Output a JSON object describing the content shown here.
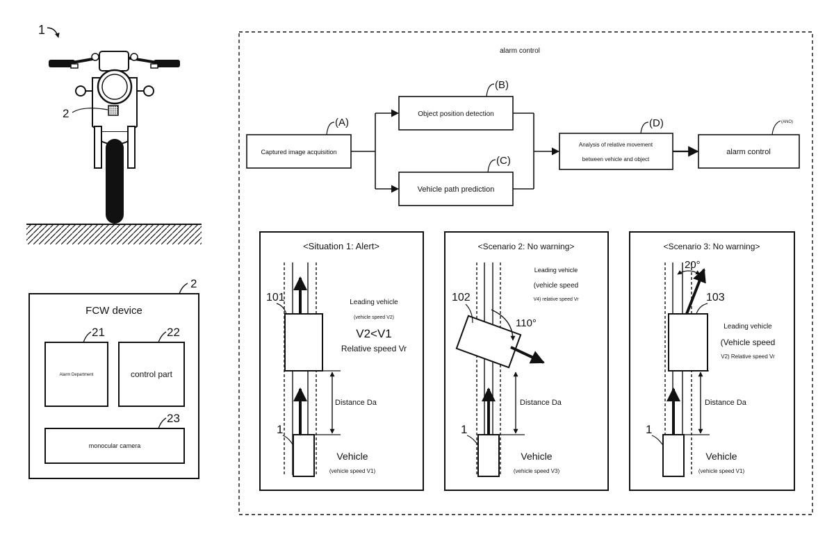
{
  "motorcycle": {
    "ref": "1",
    "camera_ref": "2"
  },
  "fcw": {
    "ref": "2",
    "title": "FCW device",
    "alarm_ref": "21",
    "alarm_label": "Alarm Department",
    "control_ref": "22",
    "control_label": "control part",
    "camera_ref": "23",
    "camera_label": "monocular camera"
  },
  "flow": {
    "title": "alarm control",
    "a_ref": "(A)",
    "a_label": "Captured image acquisition",
    "b_ref": "(B)",
    "b_label": "Object position detection",
    "c_ref": "(C)",
    "c_label": "Vehicle path prediction",
    "d_ref": "(D)",
    "d_line1": "Analysis of relative movement",
    "d_line2": "between vehicle and object",
    "e_ref": "(ANO)",
    "e_label": "alarm control"
  },
  "situation1": {
    "title": "<Situation 1: Alert>",
    "lead_ref": "101",
    "lead_line1": "Leading vehicle",
    "lead_line2": "(vehicle speed V2)",
    "compare": "V2<V1",
    "relative": "Relative speed Vr",
    "distance": "Distance Da",
    "vehicle_ref": "1",
    "vehicle_label": "Vehicle",
    "vehicle_speed": "(vehicle speed V1)"
  },
  "scenario2": {
    "title": "<Scenario 2: No warning>",
    "lead_ref": "102",
    "lead_line1": "Leading vehicle",
    "lead_line2": "(vehicle speed",
    "lead_line3": "V4) relative speed Vr",
    "angle": "110°",
    "distance": "Distance Da",
    "vehicle_ref": "1",
    "vehicle_label": "Vehicle",
    "vehicle_speed": "(vehicle speed V3)"
  },
  "scenario3": {
    "title": "<Scenario 3: No warning>",
    "angle": "20°",
    "lead_ref": "103",
    "lead_line1": "Leading vehicle",
    "lead_line2": "(Vehicle speed",
    "lead_line3": "V2) Relative speed Vr",
    "distance": "Distance Da",
    "vehicle_ref": "1",
    "vehicle_label": "Vehicle",
    "vehicle_speed": "(vehicle speed V1)"
  }
}
